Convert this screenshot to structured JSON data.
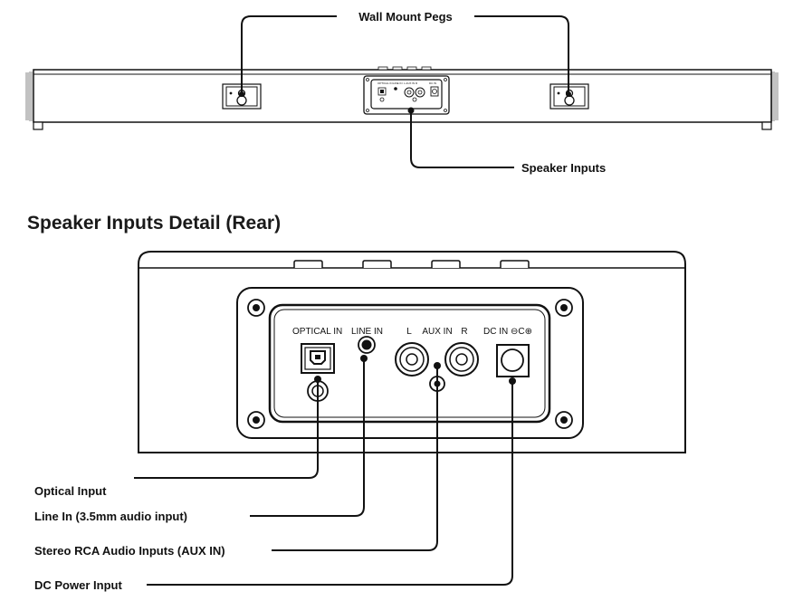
{
  "top_view": {
    "callouts": {
      "wall_mount_pegs": "Wall Mount Pegs",
      "speaker_inputs": "Speaker Inputs"
    },
    "panel_labels": {
      "optical_in": "OPTICAL IN",
      "line_in": "LINE IN",
      "aux_in": "L  AUX IN  R",
      "dc_in": "DC IN"
    }
  },
  "detail_view": {
    "heading": "Speaker Inputs Detail (Rear)",
    "panel_labels": {
      "optical_in": "OPTICAL IN",
      "line_in": "LINE IN",
      "aux_left": "L",
      "aux_in": "AUX IN",
      "aux_right": "R",
      "dc_in": "DC IN",
      "dc_polarity": "⊖C⊕"
    },
    "callouts": {
      "optical_input": "Optical Input",
      "line_in": "Line In (3.5mm audio input)",
      "stereo_rca": "Stereo RCA Audio Inputs (AUX IN)",
      "dc_power": "DC Power Input"
    }
  }
}
